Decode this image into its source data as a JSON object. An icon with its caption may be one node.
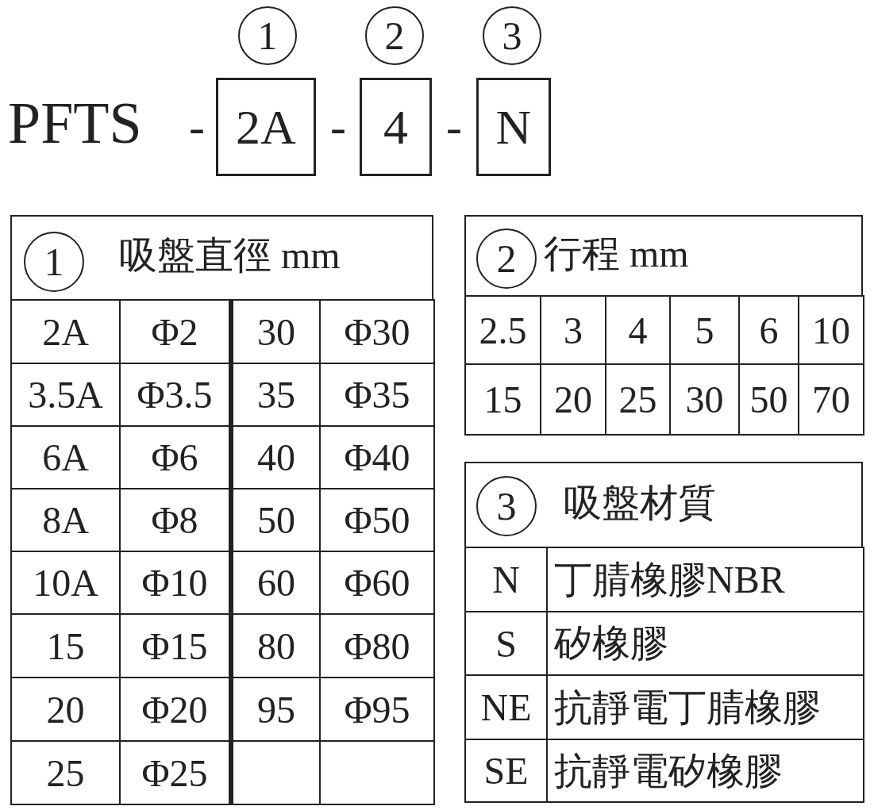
{
  "diagram": {
    "nodes": [
      {
        "text": [
          "1"
        ]
      },
      {
        "text": [
          "2"
        ]
      },
      {
        "text": [
          "3"
        ]
      },
      {
        "text": [
          "2A"
        ]
      },
      {
        "text": [
          "4"
        ]
      },
      {
        "text": [
          "N"
        ]
      },
      {
        "text": [
          "1"
        ]
      },
      {
        "text": [
          "2"
        ]
      },
      {
        "text": [
          "3"
        ]
      }
    ],
    "edges": [],
    "labels": [
      "PFTS",
      "-",
      "-",
      "-",
      "吸盤直徑 mm",
      "2A",
      "Φ2",
      "30",
      "Φ30",
      "3.5A",
      "Φ3.5",
      "35",
      "Φ35",
      "6A",
      "Φ6",
      "40",
      "Φ40",
      "8A",
      "Φ8",
      "50",
      "Φ50",
      "10A",
      "Φ10",
      "60",
      "Φ60",
      "15",
      "Φ15",
      "80",
      "Φ80",
      "20",
      "Φ20",
      "95",
      "Φ95",
      "25",
      "Φ25",
      "行程 mm",
      "2.5",
      "3",
      "4",
      "5",
      "6",
      "10",
      "15",
      "20",
      "25",
      "30",
      "50",
      "70",
      "吸盤材質",
      "N",
      "丁腈橡膠NBR",
      "S",
      "矽橡膠",
      "NE",
      "抗靜電丁腈橡膠",
      "SE",
      "抗靜電矽橡膠"
    ]
  }
}
